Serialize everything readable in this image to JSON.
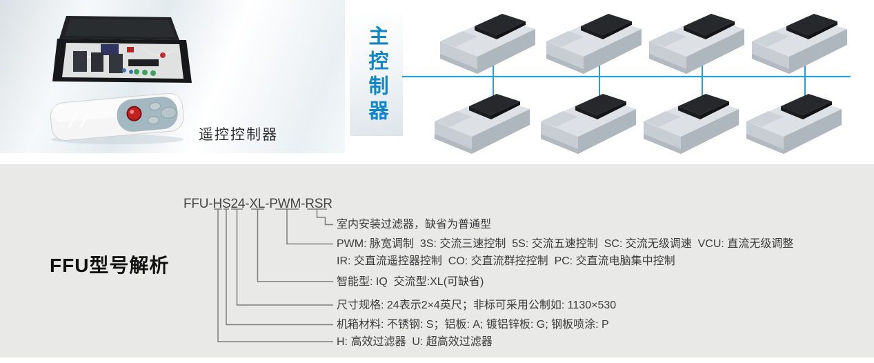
{
  "top_section": {
    "remote_controller_label": "遥控控制器",
    "main_controller_label": "主控制器",
    "ffu_unit_count": 8
  },
  "colors": {
    "accent_blue": "#239fd9",
    "controller_blue": "#0e86c8",
    "panel_gray": "#e9e9e8",
    "line_gray": "#7d7d7d",
    "text_dark": "#3b3b3b"
  },
  "breakdown": {
    "section_title": "FFU型号解析",
    "model_number": "FFU-HS24-XL-PWM-RSR",
    "explanations": [
      "室内安装过滤器，缺省为普通型",
      "PWM: 脉宽调制  3S: 交流三速控制  5S: 交流五速控制  SC: 交流无级调速  VCU: 直流无级调整",
      "IR: 交直流遥控器控制  CO: 交直流群控控制  PC: 交直流电脑集中控制",
      "智能型: IQ  交流型:XL(可缺省)",
      "尺寸规格: 24表示2×4英尺；非标可采用公制如: 1130×530",
      "机箱材料: 不锈钢: S；铝板: A; 镀铝锌板: G; 钢板喷涂: P",
      "H: 高效过滤器  U: 超高效过滤器"
    ]
  }
}
